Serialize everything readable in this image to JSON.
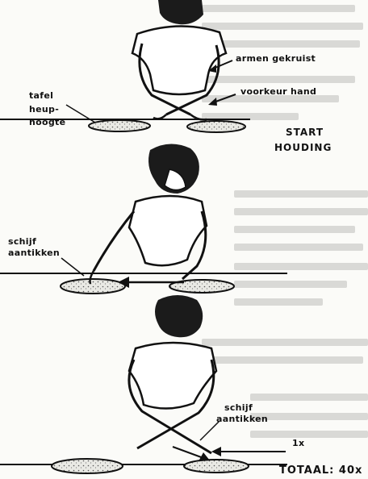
{
  "labels": {
    "armen_gekruist": "armen  gekruist",
    "voorkeur_hand": "voorkeur hand",
    "tafel": "tafel",
    "heup": "heup-",
    "hoogte": "hoogte",
    "start": "START",
    "houding": "HOUDING",
    "schijf_1": "schijf",
    "aantikken_1": "aantikken",
    "schijf_2": "schijf",
    "aantikken_2": "aantikken",
    "repeat": "1x",
    "totaal": "TOTAAL: 40x"
  }
}
